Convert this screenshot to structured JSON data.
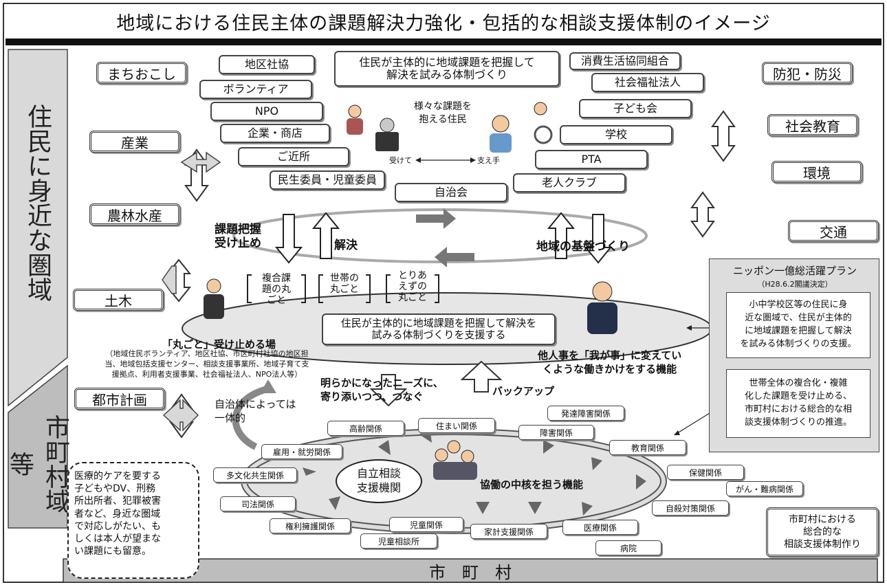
{
  "title": "地域における住民主体の課題解決力強化・包括的な相談支援体制のイメージ",
  "left_band": {
    "upper": "住民に身近な圏域",
    "lower": "市町村域等"
  },
  "bottom_bar": "市　町　村",
  "left_boxes": [
    "まちおこし",
    "産業",
    "農林水産",
    "土木",
    "都市計画"
  ],
  "right_boxes": [
    "防犯・防災",
    "社会教育",
    "環境",
    "交通"
  ],
  "top_groups": {
    "left": [
      "地区社協",
      "ボランティア",
      "NPO",
      "企業・商店",
      "ご近所",
      "民生委員・児童委員"
    ],
    "center": "住民が主体的に地域課題を把握して\n解決を試みる体制づくり",
    "jichikai": "自治会",
    "right": [
      "消費生活協同組合",
      "社会福祉法人",
      "子ども会",
      "学校",
      "PTA",
      "老人クラブ"
    ]
  },
  "residents_label": "様々な課題を\n抱える住民",
  "giver_receiver": {
    "left": "受けて",
    "right": "支え手"
  },
  "cycle": {
    "left_up": "課題把握\n受け止め",
    "resolve": "解決",
    "base": "地域の基盤づくり"
  },
  "bracket_items": [
    "複合課\n題の丸\nごと",
    "世帯の\n丸ごと",
    "とりあ\nえずの\n丸ごと"
  ],
  "center_ellipse": "住民が主体的に地域課題を把握して解決を\n試みる体制づくりを支援する",
  "marugoto": {
    "title": "「丸ごと」受け止める場",
    "note": "（地域住民ボランティア、地区社協、市区町村社協の地区担\n当、地域包括支援センター、相談支援事業所、地域子育て支\n援拠点、利用者支援事業、社会福祉法人、NPO法人等）"
  },
  "tanin": "他人事を「我が事」に変えてい\nくような働きかけをする機能",
  "needs": "明らかになったニーズに、\n寄り添いつつ、つなぐ",
  "backup": "バックアップ",
  "jichitai": "自治体によっては\n一体的",
  "plan": {
    "title": "ニッポン一億総活躍プラン",
    "sub": "（H28.6.2閣議決定）",
    "box1": "小中学校区等の住民に身\n近な圏域で、住民が主体的\nに地域課題を把握して解決\nを試みる体制づくりの支援。",
    "box2": "世帯全体の複合化・複雑\n化した課題を受け止める、\n市町村における総合的な相\n談支援体制づくりの推進。"
  },
  "center_support": "自立相談\n支援機関",
  "kyodo": "協働の中核を担う機能",
  "ring_tags": [
    "高齢関係",
    "住まい関係",
    "発達障害関係",
    "障害関係",
    "教育関係",
    "保健関係",
    "がん・難病関係",
    "自殺対策関係",
    "医療関係",
    "病院",
    "家計支援関係",
    "児童関係",
    "児童相談所",
    "権利擁護関係",
    "司法関係",
    "多文化共生関係",
    "雇用・就労関係"
  ],
  "dashed_note": "医療的ケアを要する\n子どもやDV、刑務\n所出所者、犯罪被害\n者など、身近な圏域\nで対応しがたい、も\nしくは本人が望まな\nい課題にも留意。",
  "bottom_right": "市町村における\n総合的な\n相談支援体制作り"
}
